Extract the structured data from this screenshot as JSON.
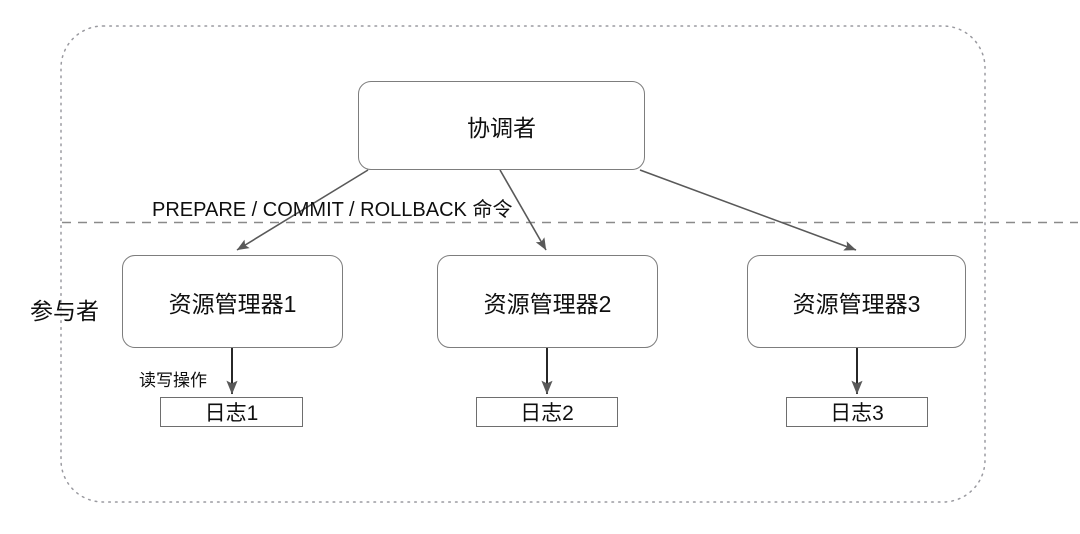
{
  "diagram": {
    "title_text": "",
    "outer_container": {
      "name": "two-phase-commit-boundary",
      "border_style": "dotted",
      "border_color": "#9a9aa0"
    },
    "divider": {
      "name": "coordinator-participant-divider",
      "style": "dashed",
      "color": "#8a8a8a"
    },
    "colors": {
      "node_border": "#7d7d7d",
      "log_border": "#6e6e6e",
      "edge": "#595959",
      "text": "#0f0f0f",
      "container_border": "#9a9aa0",
      "background": "#ffffff"
    },
    "coordinator": {
      "label": "协调者"
    },
    "labels": {
      "command": "PREPARE / COMMIT / ROLLBACK 命令",
      "participants": "参与者",
      "read_write": "读写操作"
    },
    "participants": [
      {
        "label": "资源管理器1",
        "log": "日志1"
      },
      {
        "label": "资源管理器2",
        "log": "日志2"
      },
      {
        "label": "资源管理器3",
        "log": "日志3"
      }
    ],
    "edges": [
      {
        "from": "协调者",
        "to": "资源管理器1",
        "label": "PREPARE / COMMIT / ROLLBACK 命令"
      },
      {
        "from": "协调者",
        "to": "资源管理器2",
        "label": "PREPARE / COMMIT / ROLLBACK 命令"
      },
      {
        "from": "协调者",
        "to": "资源管理器3",
        "label": "PREPARE / COMMIT / ROLLBACK 命令"
      },
      {
        "from": "资源管理器1",
        "to": "日志1",
        "label": "读写操作"
      },
      {
        "from": "资源管理器2",
        "to": "日志2",
        "label": ""
      },
      {
        "from": "资源管理器3",
        "to": "日志3",
        "label": ""
      }
    ]
  }
}
